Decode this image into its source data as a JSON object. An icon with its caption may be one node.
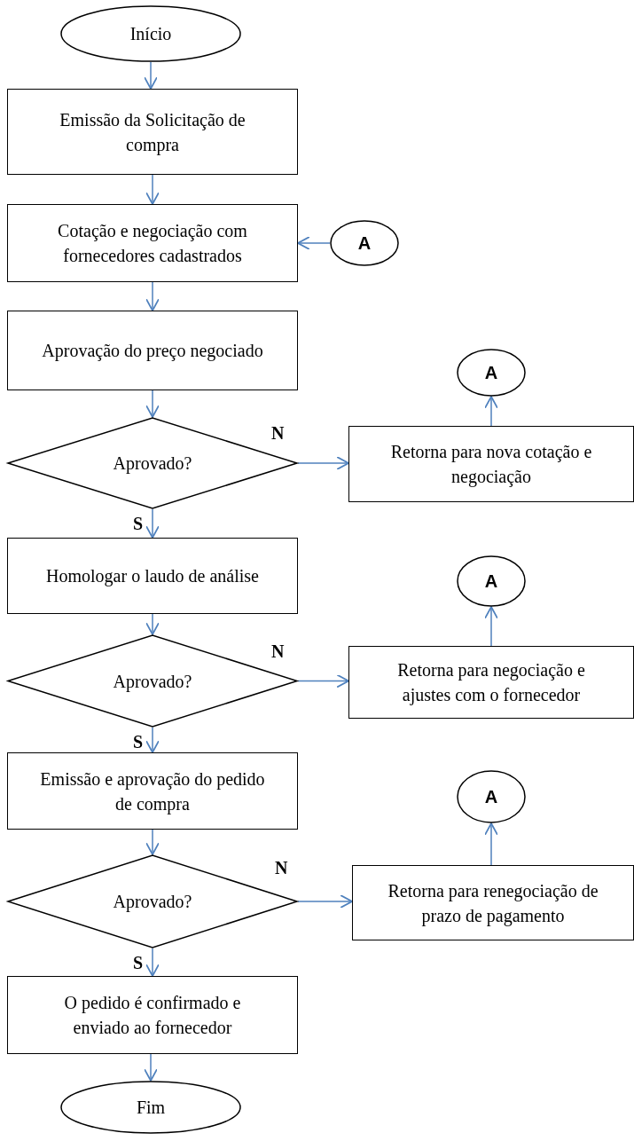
{
  "diagram": {
    "nodes": [
      {
        "text": [
          "Início"
        ]
      },
      {
        "text": [
          "Emissão da Solicitação de compra"
        ]
      },
      {
        "text": [
          "Cotação e negociação com fornecedores cadastrados"
        ]
      },
      {
        "text": [
          "A"
        ]
      },
      {
        "text": [
          "Aprovação do preço negociado"
        ]
      },
      {
        "text": [
          "Aprovado?"
        ]
      },
      {
        "text": [
          "Retorna para nova cotação e negociação"
        ]
      },
      {
        "text": [
          "A"
        ]
      },
      {
        "text": [
          "Homologar o laudo de análise"
        ]
      },
      {
        "text": [
          "Aprovado?"
        ]
      },
      {
        "text": [
          "Retorna para negociação e ajustes com o fornecedor"
        ]
      },
      {
        "text": [
          "A"
        ]
      },
      {
        "text": [
          "Emissão e aprovação do pedido de compra"
        ]
      },
      {
        "text": [
          "Aprovado?"
        ]
      },
      {
        "text": [
          "Retorna para renegociação de prazo de pagamento"
        ]
      },
      {
        "text": [
          "A"
        ]
      },
      {
        "text": [
          "O pedido é confirmado e enviado ao fornecedor"
        ]
      },
      {
        "text": [
          "Fim"
        ]
      }
    ],
    "edges": [
      {
        "from": 0,
        "to": 1,
        "arrow": "to"
      },
      {
        "from": 1,
        "to": 2,
        "arrow": "to"
      },
      {
        "from": 3,
        "to": 2,
        "arrow": "to"
      },
      {
        "from": 2,
        "to": 4,
        "arrow": "to"
      },
      {
        "from": 4,
        "to": 5,
        "arrow": "to"
      },
      {
        "from": 5,
        "to": 6,
        "arrow": "to",
        "label": "N"
      },
      {
        "from": 6,
        "to": 7,
        "arrow": "to"
      },
      {
        "from": 5,
        "to": 8,
        "arrow": "to",
        "label": "S"
      },
      {
        "from": 8,
        "to": 9,
        "arrow": "to"
      },
      {
        "from": 9,
        "to": 10,
        "arrow": "to",
        "label": "N"
      },
      {
        "from": 10,
        "to": 11,
        "arrow": "to"
      },
      {
        "from": 9,
        "to": 12,
        "arrow": "to",
        "label": "S"
      },
      {
        "from": 12,
        "to": 13,
        "arrow": "to"
      },
      {
        "from": 13,
        "to": 14,
        "arrow": "to",
        "label": "N"
      },
      {
        "from": 14,
        "to": 15,
        "arrow": "to"
      },
      {
        "from": 13,
        "to": 16,
        "arrow": "to",
        "label": "S"
      },
      {
        "from": 16,
        "to": 17,
        "arrow": "to"
      }
    ]
  }
}
